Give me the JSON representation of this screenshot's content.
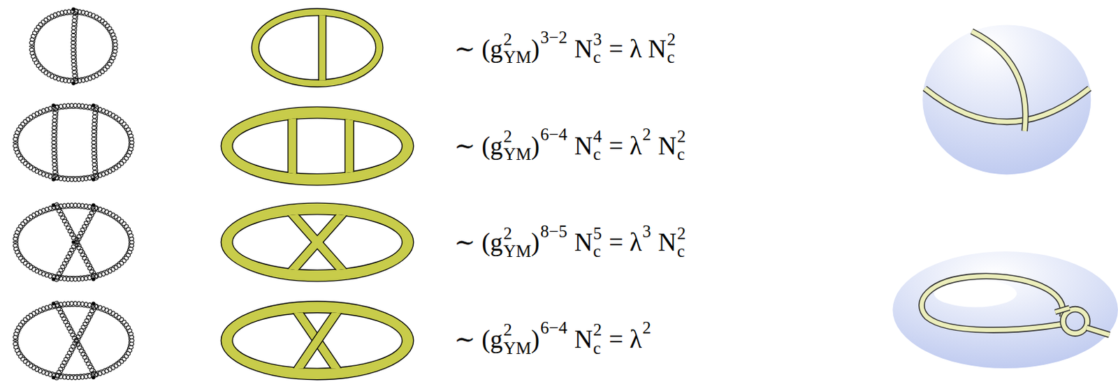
{
  "diagram": {
    "labels": [
      "∼ (g",
      "2",
      "YM",
      ")",
      "3−2",
      "N",
      "3",
      "c",
      "= λ N",
      "2",
      "c",
      "∼ (g",
      "2",
      "YM",
      ")",
      "6−4",
      "N",
      "4",
      "c",
      "= λ",
      "2",
      "N",
      "2",
      "c",
      "∼ (g",
      "2",
      "YM",
      ")",
      "8−5",
      "N",
      "5",
      "c",
      "= λ",
      "3",
      "N",
      "2",
      "c",
      "∼ (g",
      "2",
      "YM",
      ")",
      "6−4",
      "N",
      "2",
      "c",
      "= λ",
      "2"
    ]
  }
}
